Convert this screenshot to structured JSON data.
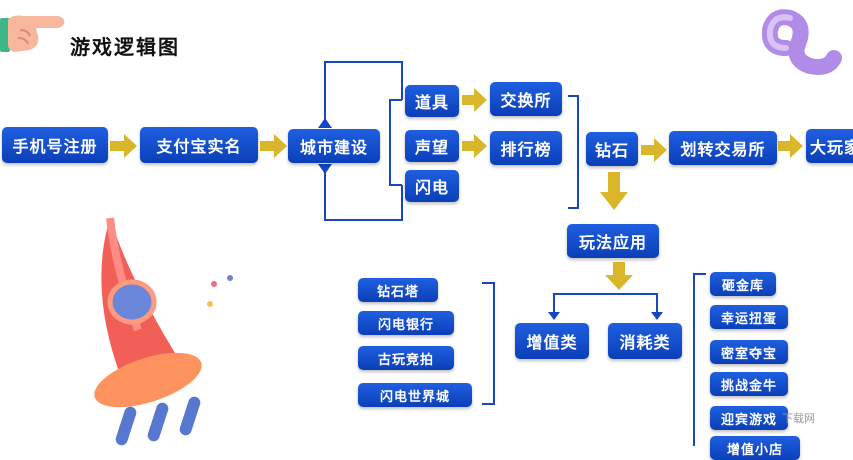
{
  "title": "游戏逻辑图",
  "watermark": "下载网",
  "nodes": {
    "phone_register": "手机号注册",
    "alipay_verify": "支付宝实名",
    "city_build": "城市建设",
    "props": "道具",
    "prestige": "声望",
    "lightning": "闪电",
    "exchange": "交换所",
    "ranking": "排行榜",
    "diamond": "钻石",
    "transfer_exchange": "划转交易所",
    "big_player": "大玩家",
    "gameplay_app": "玩法应用",
    "value_added": "增值类",
    "consumption": "消耗类"
  },
  "value_items": [
    "钻石塔",
    "闪电银行",
    "古玩竞拍",
    "闪电世界城"
  ],
  "consume_items": [
    "砸金库",
    "幸运扭蛋",
    "密室夺宝",
    "挑战金牛",
    "迎宾游戏",
    "增值小店"
  ],
  "colors": {
    "box": "#0b3fb8",
    "arrow": "#d9b62a",
    "line": "#1646c4"
  }
}
